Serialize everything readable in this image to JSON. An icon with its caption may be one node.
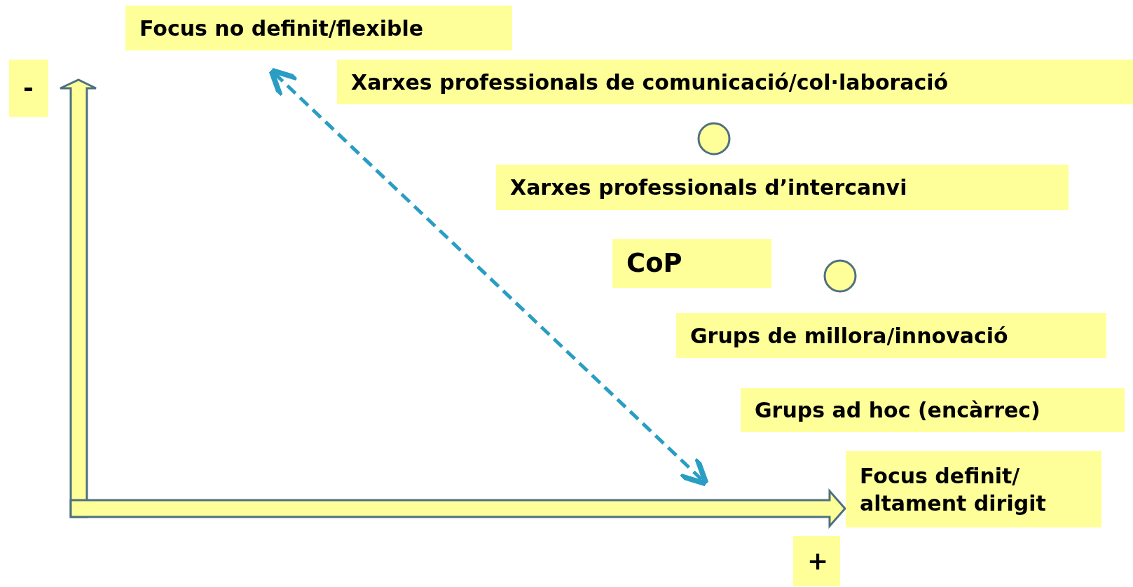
{
  "diagram": {
    "nodes": [
      {
        "text": [
          "Focus no definit/flexible"
        ]
      },
      {
        "text": [
          "-"
        ]
      },
      {
        "text": [
          "Xarxes professionals de comunicació/col·laboració"
        ]
      },
      {
        "text": [],
        "shape": "circle"
      },
      {
        "text": [
          "Xarxes professionals d’intercanvi"
        ]
      },
      {
        "text": [
          "CoP"
        ]
      },
      {
        "text": [],
        "shape": "circle"
      },
      {
        "text": [
          "Grups de millora/innovació"
        ]
      },
      {
        "text": [
          "Grups ad hoc (encàrrec)"
        ]
      },
      {
        "text": [
          "Focus definit/ altament dirigit"
        ]
      },
      {
        "text": [
          "+"
        ]
      }
    ]
  }
}
